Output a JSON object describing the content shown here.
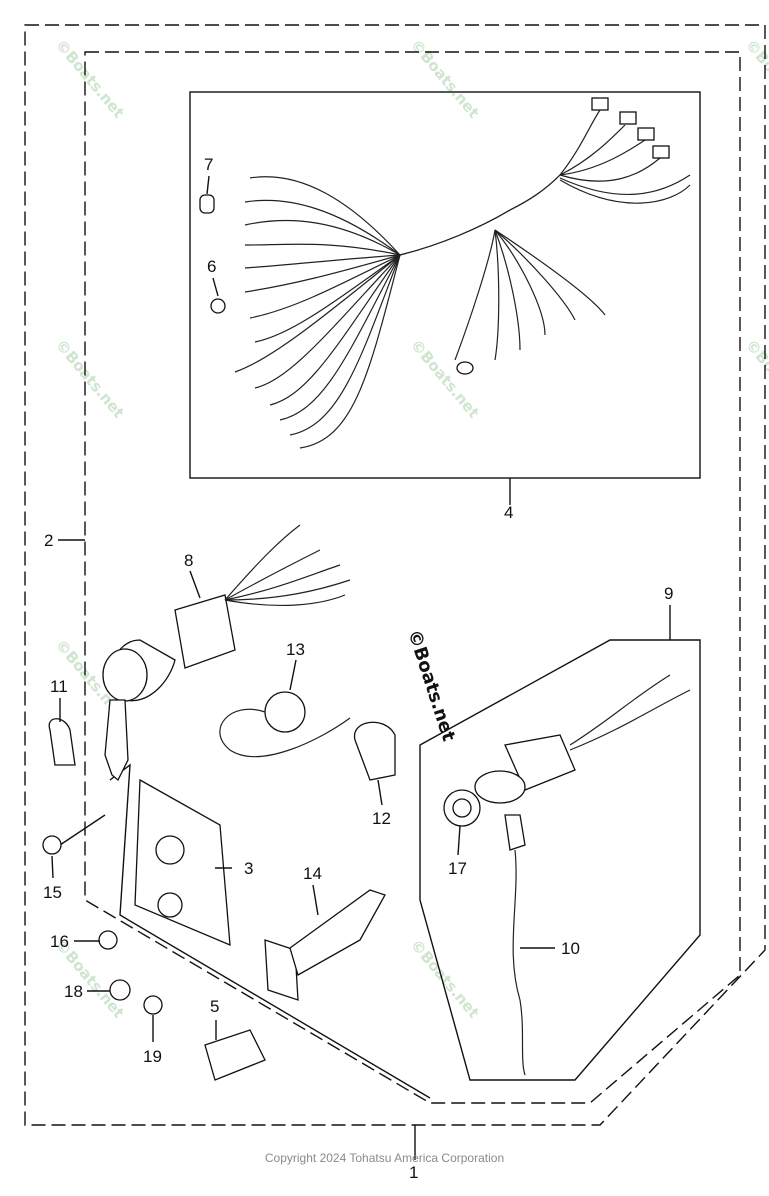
{
  "callouts": {
    "c1": "1",
    "c2": "2",
    "c3": "3",
    "c4": "4",
    "c5": "5",
    "c6": "6",
    "c7": "7",
    "c8": "8",
    "c9": "9",
    "c10": "10",
    "c11": "11",
    "c12": "12",
    "c13": "13",
    "c14": "14",
    "c15": "15",
    "c16": "16",
    "c17": "17",
    "c18": "18",
    "c19": "19"
  },
  "watermark": "©Boats.net",
  "copyright": "Copyright 2024 Tohatsu America Corporation"
}
